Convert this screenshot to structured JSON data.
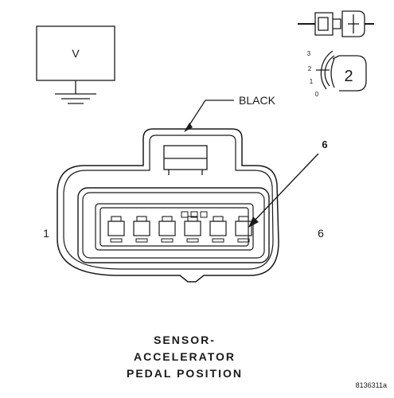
{
  "voltmeter": {
    "label": "V"
  },
  "wire": {
    "label": "BLACK"
  },
  "pins": {
    "first": "1",
    "last": "6",
    "callout": "6"
  },
  "positions": {
    "items": [
      "3",
      "2",
      "1",
      "0"
    ],
    "selected": "2"
  },
  "title": {
    "line1": "SENSOR-",
    "line2": "ACCELERATOR",
    "line3": "PEDAL POSITION"
  },
  "figure_code": "8136311a"
}
